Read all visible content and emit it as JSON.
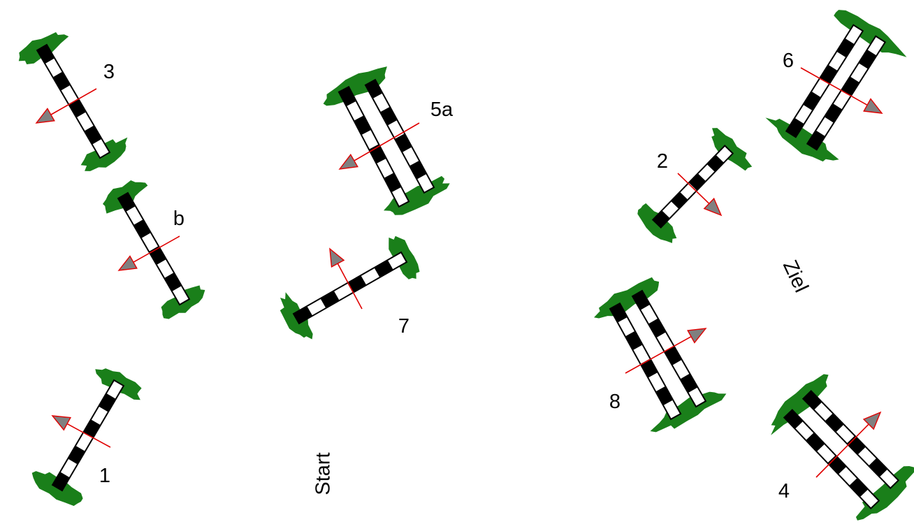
{
  "labels": {
    "start": "Start",
    "finish": "Ziel"
  },
  "colors": {
    "rail_black": "#000000",
    "rail_white": "#ffffff",
    "bush": "#1a7f1a",
    "arrow_line": "#e00000",
    "arrow_head": "#808080"
  },
  "obstacles": [
    {
      "label": "1",
      "type": "vertical"
    },
    {
      "label": "2",
      "type": "vertical"
    },
    {
      "label": "3",
      "type": "vertical"
    },
    {
      "label": "4",
      "type": "oxer"
    },
    {
      "label": "5a",
      "type": "oxer"
    },
    {
      "label": "b",
      "type": "vertical"
    },
    {
      "label": "6",
      "type": "oxer"
    },
    {
      "label": "7",
      "type": "vertical"
    },
    {
      "label": "8",
      "type": "oxer"
    }
  ]
}
